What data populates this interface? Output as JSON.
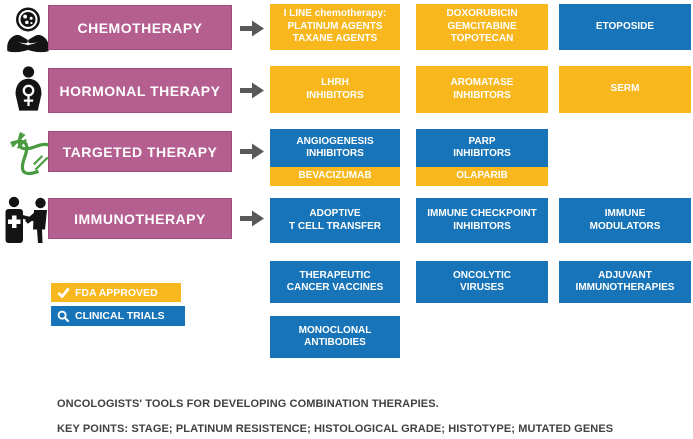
{
  "palette": {
    "category_pink": "#b55e90",
    "fda_yellow": "#f8b71c",
    "trials_blue": "#1874b8",
    "arrow_gray": "#58595b",
    "dna_green": "#4a9b3f",
    "icon_black": "#141414",
    "footer_text": "#414042"
  },
  "rows": [
    {
      "label": "CHEMOTHERAPY",
      "icon": "hands-holding-petri-dish-icon",
      "boxes": [
        {
          "text": "I LINE chemotherapy:\nPLATINUM AGENTS\nTAXANE AGENTS",
          "status": "fda"
        },
        {
          "text": "DOXORUBICIN\nGEMCITABINE\nTOPOTECAN",
          "status": "fda"
        },
        {
          "text": "ETOPOSIDE",
          "status": "trials"
        }
      ]
    },
    {
      "label": "HORMONAL THERAPY",
      "icon": "female-figure-icon",
      "boxes": [
        {
          "text": "LHRH\nINHIBITORS",
          "status": "fda"
        },
        {
          "text": "AROMATASE\nINHIBITORS",
          "status": "fda"
        },
        {
          "text": "SERM",
          "status": "fda"
        }
      ]
    },
    {
      "label": "TARGETED THERAPY",
      "icon": "dna-helix-icon",
      "boxes": [
        {
          "text": "ANGIOGENESIS\nINHIBITORS",
          "status": "trials",
          "sub": "BEVACIZUMAB",
          "sub_status": "fda"
        },
        {
          "text": "PARP\nINHIBITORS",
          "status": "trials",
          "sub": "OLAPARIB",
          "sub_status": "fda"
        }
      ]
    },
    {
      "label": "IMMUNOTHERAPY",
      "icon": "vaccination-icon",
      "boxes": [
        {
          "text": "ADOPTIVE\nT CELL TRANSFER",
          "status": "trials"
        },
        {
          "text": "IMMUNE CHECKPOINT\nINHIBITORS",
          "status": "trials"
        },
        {
          "text": "IMMUNE\nMODULATORS",
          "status": "trials"
        }
      ]
    }
  ],
  "extra_rows": [
    {
      "boxes": [
        {
          "text": "THERAPEUTIC\nCANCER VACCINES",
          "status": "trials"
        },
        {
          "text": "ONCOLYTIC\nVIRUSES",
          "status": "trials"
        },
        {
          "text": "ADJUVANT\nIMMUNOTHERAPIES",
          "status": "trials"
        }
      ]
    },
    {
      "boxes": [
        {
          "text": "MONOCLONAL\nANTIBODIES",
          "status": "trials"
        }
      ]
    }
  ],
  "legend": {
    "fda_label": "FDA APPROVED",
    "trials_label": "CLINICAL TRIALS"
  },
  "footer": {
    "line1": "ONCOLOGISTS' TOOLS FOR DEVELOPING COMBINATION THERAPIES.",
    "line2": "KEY POINTS: STAGE; PLATINUM RESISTENCE; HISTOLOGICAL GRADE; HISTOTYPE; MUTATED GENES"
  }
}
